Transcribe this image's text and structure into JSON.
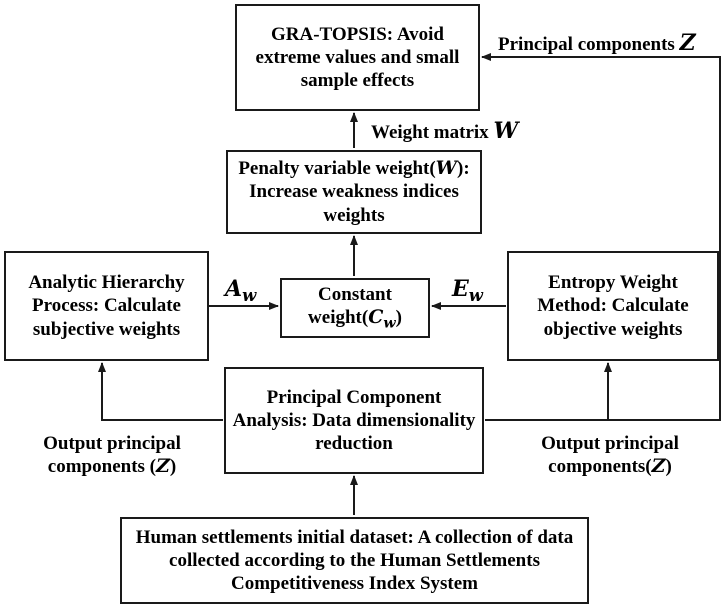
{
  "boxes": {
    "gra_topsis": "GRA-TOPSIS: Avoid extreme values and small sample effects",
    "penalty_pre": "Penalty variable weight(",
    "penalty_sym": "W",
    "penalty_post": "): Increase weakness indices weights",
    "ahp": "Analytic Hierarchy Process: Calculate subjective weights",
    "constant_pre": "Constant weight(",
    "constant_sym": "C",
    "constant_sub": "w",
    "constant_post": ")",
    "entropy": "Entropy Weight Method: Calculate objective weights",
    "pca": "Principal Component Analysis: Data dimensionality reduction",
    "dataset": "Human settlements initial dataset: A collection of data collected according to the Human Settlements Competitiveness Index System"
  },
  "labels": {
    "principal_components_text": "Principal components",
    "principal_components_sym": "Z",
    "weight_matrix_text": "Weight matrix",
    "weight_matrix_sym": "W",
    "aw_sym": "A",
    "aw_sub": "w",
    "ew_sym": "E",
    "ew_sub": "w",
    "output_left_line1": "Output principal",
    "output_left_line2_pre": "components (",
    "output_left_sym": "Z",
    "output_left_line2_post": ")",
    "output_right_line1": "Output principal",
    "output_right_line2_pre": "components(",
    "output_right_sym": "Z",
    "output_right_line2_post": ")"
  }
}
